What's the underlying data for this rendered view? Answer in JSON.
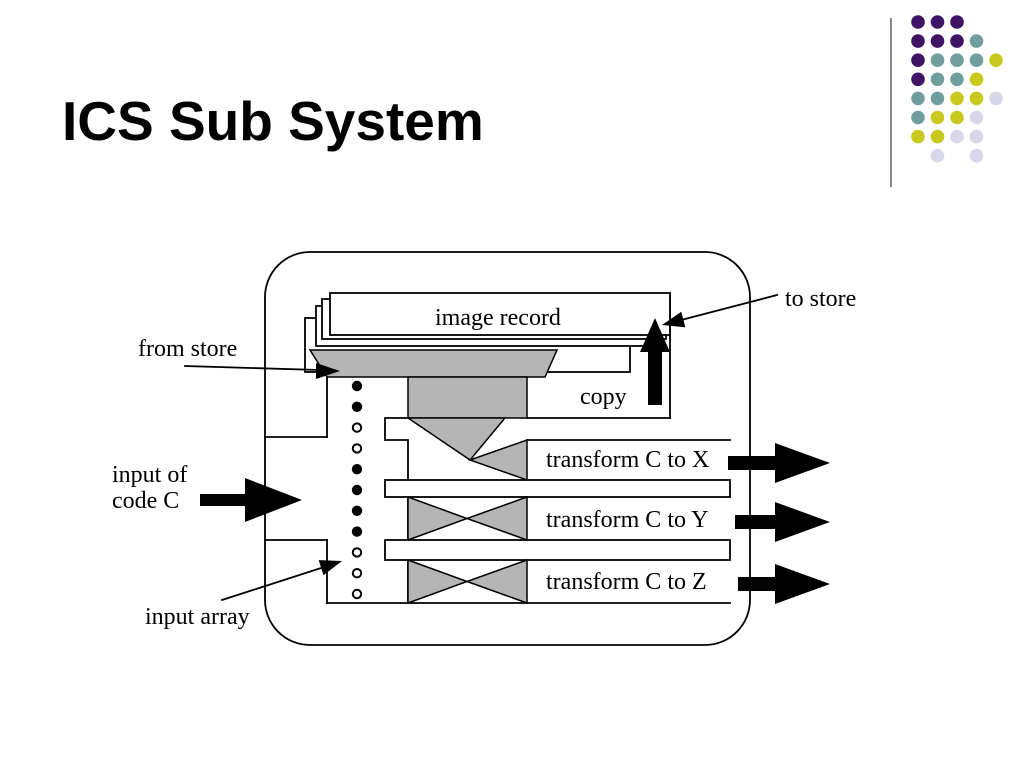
{
  "slide": {
    "title": "ICS Sub System"
  },
  "theme": {
    "purple": "#3f1465",
    "teal": "#6f9e9c",
    "yellow": "#c8c81e",
    "lavender": "#d8d7e9",
    "divider": "#3a3a3a",
    "diagram_fill": "#b5b5b5",
    "ink": "#000000"
  },
  "diagram": {
    "image_record_label": "image record",
    "from_store_label": "from store",
    "to_store_label": "to store",
    "copy_label": "copy",
    "input_label_line1": "input of",
    "input_label_line2": "code C",
    "input_array_label": "input array",
    "transforms": [
      "transform C to X",
      "transform C to Y",
      "transform C to Z"
    ],
    "input_array_filled": [
      true,
      true,
      false,
      false,
      true,
      true,
      true,
      true,
      false,
      false,
      false
    ]
  }
}
